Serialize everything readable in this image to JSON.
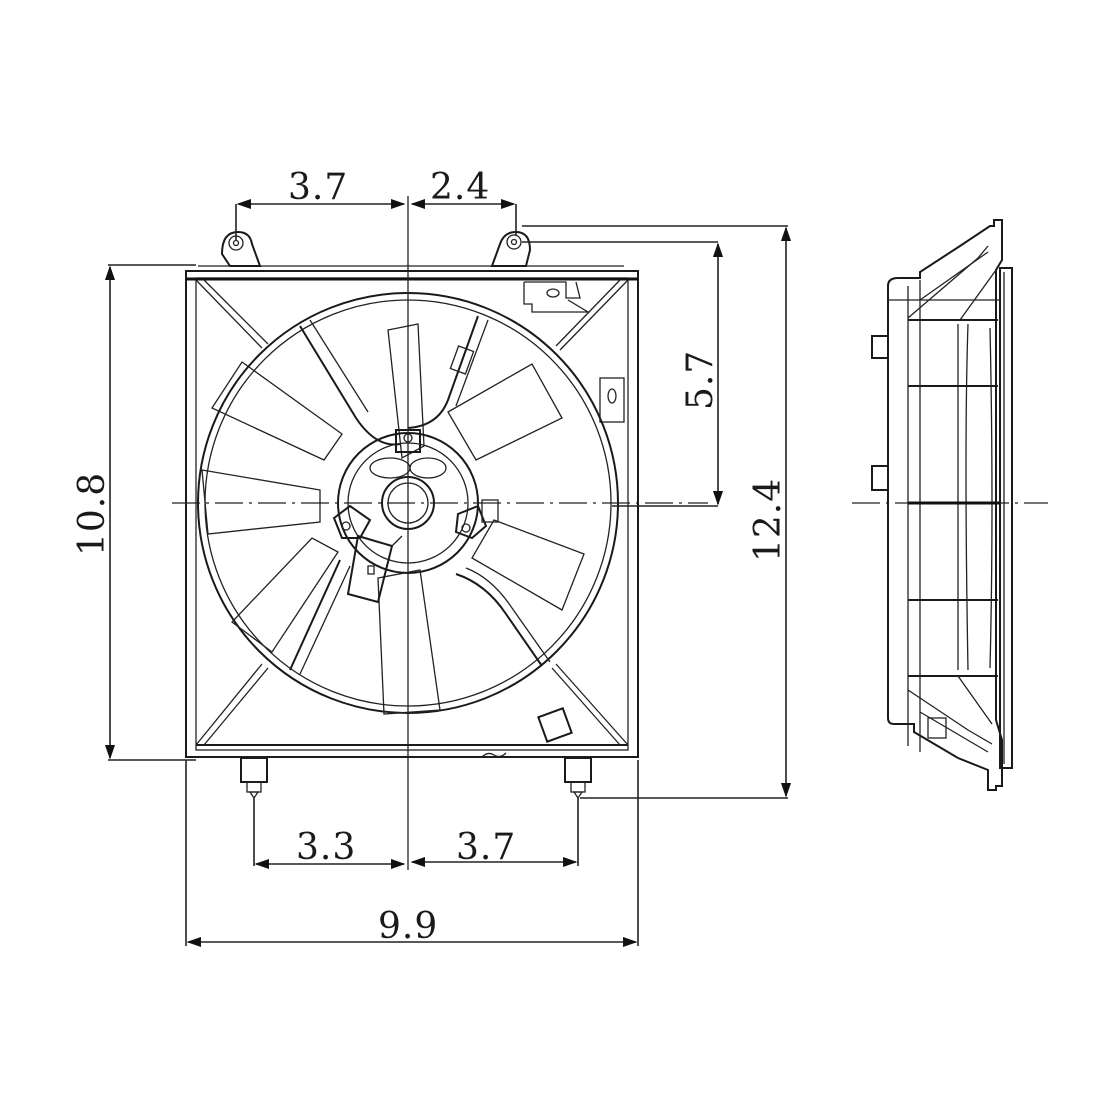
{
  "drawing": {
    "subject": "Radiator cooling fan assembly",
    "views": [
      "front-view",
      "side-view"
    ],
    "line_color": "#1a1a1a",
    "background": "#ffffff"
  },
  "dimensions": {
    "top_left_mount": "3.7",
    "top_right_mount": "2.4",
    "mount_to_center_height": "5.7",
    "overall_height": "12.4",
    "shroud_height": "10.8",
    "bottom_left_mount": "3.3",
    "bottom_right_mount": "3.7",
    "overall_width": "9.9"
  }
}
